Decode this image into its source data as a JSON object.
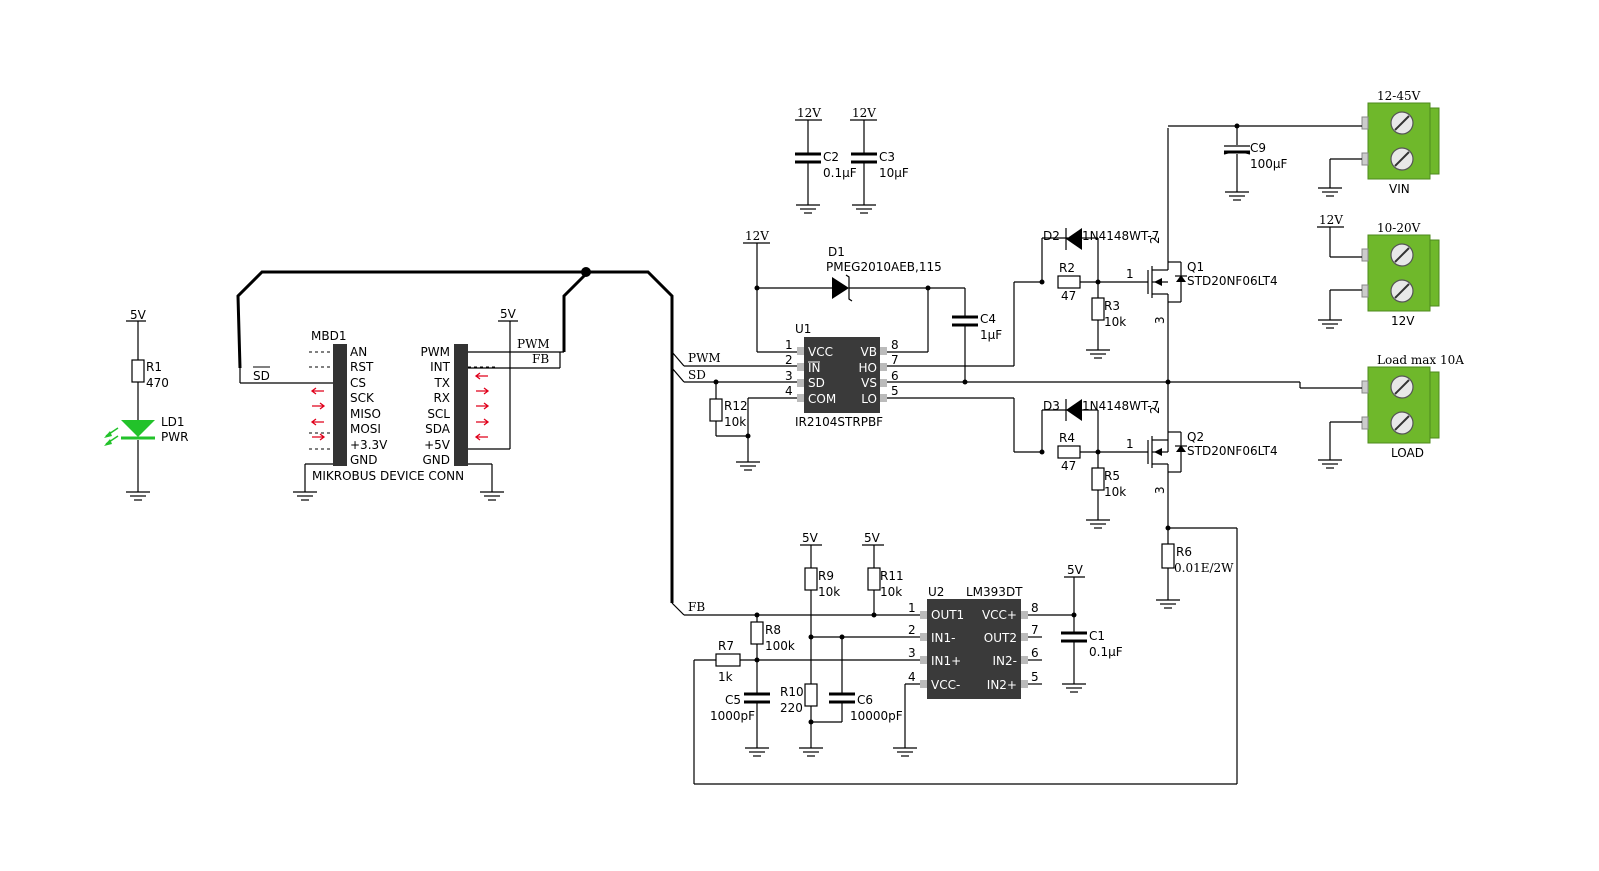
{
  "nets": {
    "v5": "5V",
    "v12": "12V",
    "pwm": "PWM",
    "sd": "SD",
    "fb": "FB"
  },
  "led_block": {
    "r1_ref": "R1",
    "r1_val": "470",
    "ld1_ref": "LD1",
    "ld1_label": "PWR",
    "led_color": "#22c22a"
  },
  "mikrobus": {
    "ref": "MBD1",
    "name": "MIKROBUS DEVICE CONN",
    "left_pins": [
      "AN",
      "RST",
      "CS",
      "SCK",
      "MISO",
      "MOSI",
      "+3.3V",
      "GND"
    ],
    "right_pins": [
      "PWM",
      "INT",
      "TX",
      "RX",
      "SCL",
      "SDA",
      "+5V",
      "GND"
    ],
    "arrow_color": "#e0001b"
  },
  "caps_top": {
    "c2_ref": "C2",
    "c2_val": "0.1µF",
    "c3_ref": "C3",
    "c3_val": "10µF"
  },
  "driver": {
    "ref": "U1",
    "part": "IR2104STRPBF",
    "left_pins": [
      "VCC",
      "IN",
      "SD",
      "COM"
    ],
    "left_nums": [
      "1",
      "2",
      "3",
      "4"
    ],
    "right_pins": [
      "VB",
      "HO",
      "VS",
      "LO"
    ],
    "right_nums": [
      "8",
      "7",
      "6",
      "5"
    ],
    "d1_ref": "D1",
    "d1_part": "PMEG2010AEB,115",
    "c4_ref": "C4",
    "c4_val": "1µF",
    "r12_ref": "R12",
    "r12_val": "10k"
  },
  "high_side": {
    "d2_ref": "D2",
    "d2_part": "1N4148WT-7",
    "r2_ref": "R2",
    "r2_val": "47",
    "r3_ref": "R3",
    "r3_val": "10k",
    "q1_ref": "Q1",
    "q1_part": "STD20NF06LT4",
    "pin_g": "1",
    "pin_d": "2",
    "pin_s": "3"
  },
  "low_side": {
    "d3_ref": "D3",
    "d3_part": "1N4148WT-7",
    "r4_ref": "R4",
    "r4_val": "47",
    "r5_ref": "R5",
    "r5_val": "10k",
    "q2_ref": "Q2",
    "q2_part": "STD20NF06LT4",
    "r6_ref": "R6",
    "r6_val": "0.01E/2W"
  },
  "terminals": {
    "color": "#6fb82b",
    "vin_top": "12-45V",
    "vin_bottom": "VIN",
    "c9_ref": "C9",
    "c9_val": "100µF",
    "t12_top": "10-20V",
    "t12_bottom": "12V",
    "t12_net": "12V",
    "load_top": "Load max 10A",
    "load_bottom": "LOAD"
  },
  "comparator": {
    "ref": "U2",
    "part": "LM393DT",
    "left_pins": [
      "OUT1",
      "IN1-",
      "IN1+",
      "VCC-"
    ],
    "left_nums": [
      "1",
      "2",
      "3",
      "4"
    ],
    "right_pins": [
      "VCC+",
      "OUT2",
      "IN2-",
      "IN2+"
    ],
    "right_nums": [
      "8",
      "7",
      "6",
      "5"
    ],
    "r7_ref": "R7",
    "r7_val": "1k",
    "r8_ref": "R8",
    "r8_val": "100k",
    "r9_ref": "R9",
    "r9_val": "10k",
    "r10_ref": "R10",
    "r10_val": "220",
    "r11_ref": "R11",
    "r11_val": "10k",
    "c1_ref": "C1",
    "c1_val": "0.1µF",
    "c5_ref": "C5",
    "c5_val": "1000pF",
    "c6_ref": "C6",
    "c6_val": "10000pF"
  }
}
